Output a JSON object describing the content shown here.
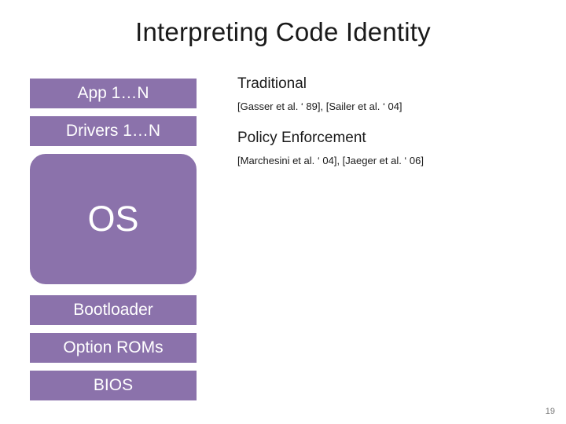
{
  "slide": {
    "title": "Interpreting Code Identity",
    "number": "19",
    "stack": {
      "boxes": [
        {
          "label": "App 1…N"
        },
        {
          "label": "Drivers 1…N"
        },
        {
          "label": "OS"
        },
        {
          "label": "Bootloader"
        },
        {
          "label": "Option ROMs"
        },
        {
          "label": "BIOS"
        }
      ],
      "color": "#8b72ab"
    },
    "notes": [
      {
        "heading": "Traditional",
        "citation": "[Gasser et al. ‘ 89], [Sailer et al. ‘ 04]"
      },
      {
        "heading": "Policy Enforcement",
        "citation": "[Marchesini et al. ‘ 04], [Jaeger et al. ‘ 06]"
      }
    ]
  }
}
